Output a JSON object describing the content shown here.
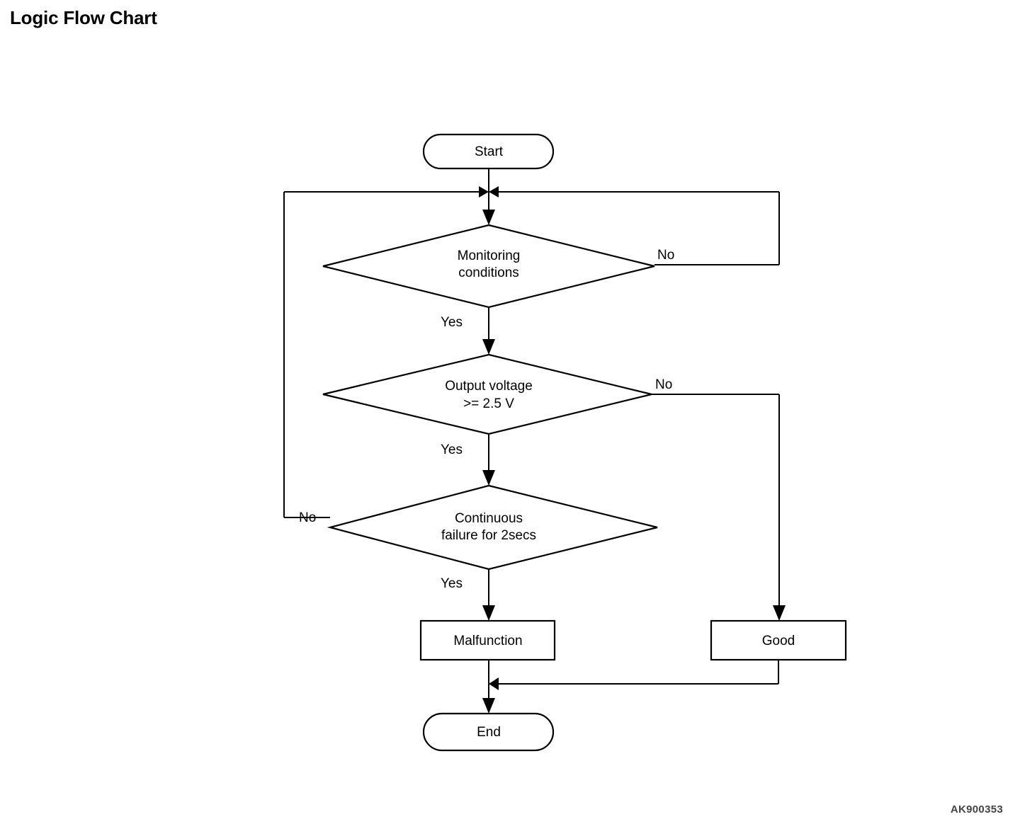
{
  "page": {
    "title": "Logic Flow Chart",
    "figure_code": "AK900353",
    "background_color": "#ffffff",
    "line_color": "#000000"
  },
  "chart_data": {
    "type": "diagram",
    "diagram_kind": "flowchart",
    "title": "Logic Flow Chart",
    "nodes": [
      {
        "id": "start",
        "shape": "terminator",
        "label": "Start"
      },
      {
        "id": "monitoring",
        "shape": "decision",
        "label": "Monitoring\nconditions",
        "line1": "Monitoring",
        "line2": "conditions"
      },
      {
        "id": "voltage",
        "shape": "decision",
        "label": "Output voltage\n>= 2.5 V",
        "line1": "Output voltage",
        "line2": ">= 2.5 V"
      },
      {
        "id": "continuous",
        "shape": "decision",
        "label": "Continuous\nfailure for 2secs",
        "line1": "Continuous",
        "line2": "failure for 2secs"
      },
      {
        "id": "malfunction",
        "shape": "process",
        "label": "Malfunction"
      },
      {
        "id": "good",
        "shape": "process",
        "label": "Good"
      },
      {
        "id": "end",
        "shape": "terminator",
        "label": "End"
      }
    ],
    "edges": [
      {
        "from": "start",
        "to": "monitoring",
        "label": ""
      },
      {
        "from": "monitoring",
        "to": "monitoring",
        "label": "No"
      },
      {
        "from": "monitoring",
        "to": "voltage",
        "label": "Yes"
      },
      {
        "from": "voltage",
        "to": "good",
        "label": "No"
      },
      {
        "from": "voltage",
        "to": "continuous",
        "label": "Yes"
      },
      {
        "from": "continuous",
        "to": "monitoring",
        "label": "No"
      },
      {
        "from": "continuous",
        "to": "malfunction",
        "label": "Yes"
      },
      {
        "from": "malfunction",
        "to": "end",
        "label": ""
      },
      {
        "from": "good",
        "to": "end",
        "label": ""
      }
    ]
  },
  "labels": {
    "start": "Start",
    "monitoring_line1": "Monitoring",
    "monitoring_line2": "conditions",
    "monitoring_no": "No",
    "monitoring_yes": "Yes",
    "voltage_line1": "Output voltage",
    "voltage_line2": ">= 2.5 V",
    "voltage_no": "No",
    "voltage_yes": "Yes",
    "continuous_line1": "Continuous",
    "continuous_line2": "failure for 2secs",
    "continuous_no": "No",
    "continuous_yes": "Yes",
    "malfunction": "Malfunction",
    "good": "Good",
    "end": "End"
  }
}
